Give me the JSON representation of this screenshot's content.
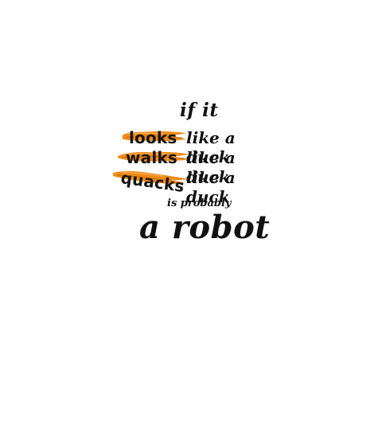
{
  "artwork": {
    "line1": "if it",
    "rows": [
      {
        "verb": "looks",
        "phrase": "like a duck"
      },
      {
        "verb": "walks",
        "phrase": "like a duck"
      },
      {
        "verb": "quacks",
        "phrase": "like a duck"
      }
    ],
    "line_small": "is probably",
    "line_big": "a robot"
  },
  "colors": {
    "brush": "#f08c1a",
    "brush_dark": "#d86b00",
    "text": "#111111",
    "background": "#ffffff"
  }
}
